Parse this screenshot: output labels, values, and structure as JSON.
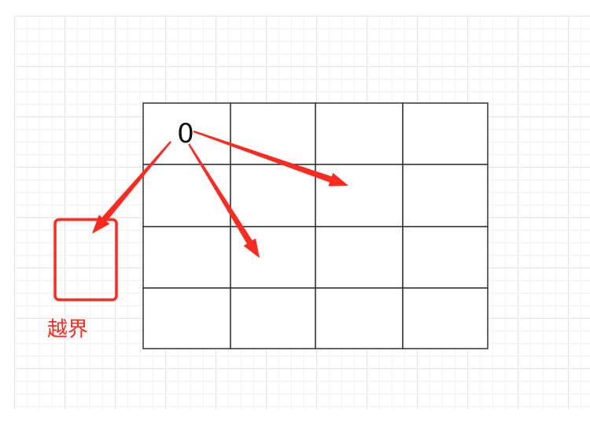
{
  "diagram": {
    "grid": {
      "rows": 4,
      "cols": 4
    },
    "cell_label": "0",
    "out_of_bounds_label": "越界",
    "colors": {
      "grid_line": "#333333",
      "arrow": "#ff2a1f",
      "label": "#111111"
    },
    "arrows": [
      {
        "name": "arrow-right-down"
      },
      {
        "name": "arrow-down"
      },
      {
        "name": "arrow-out-of-bounds"
      }
    ]
  }
}
